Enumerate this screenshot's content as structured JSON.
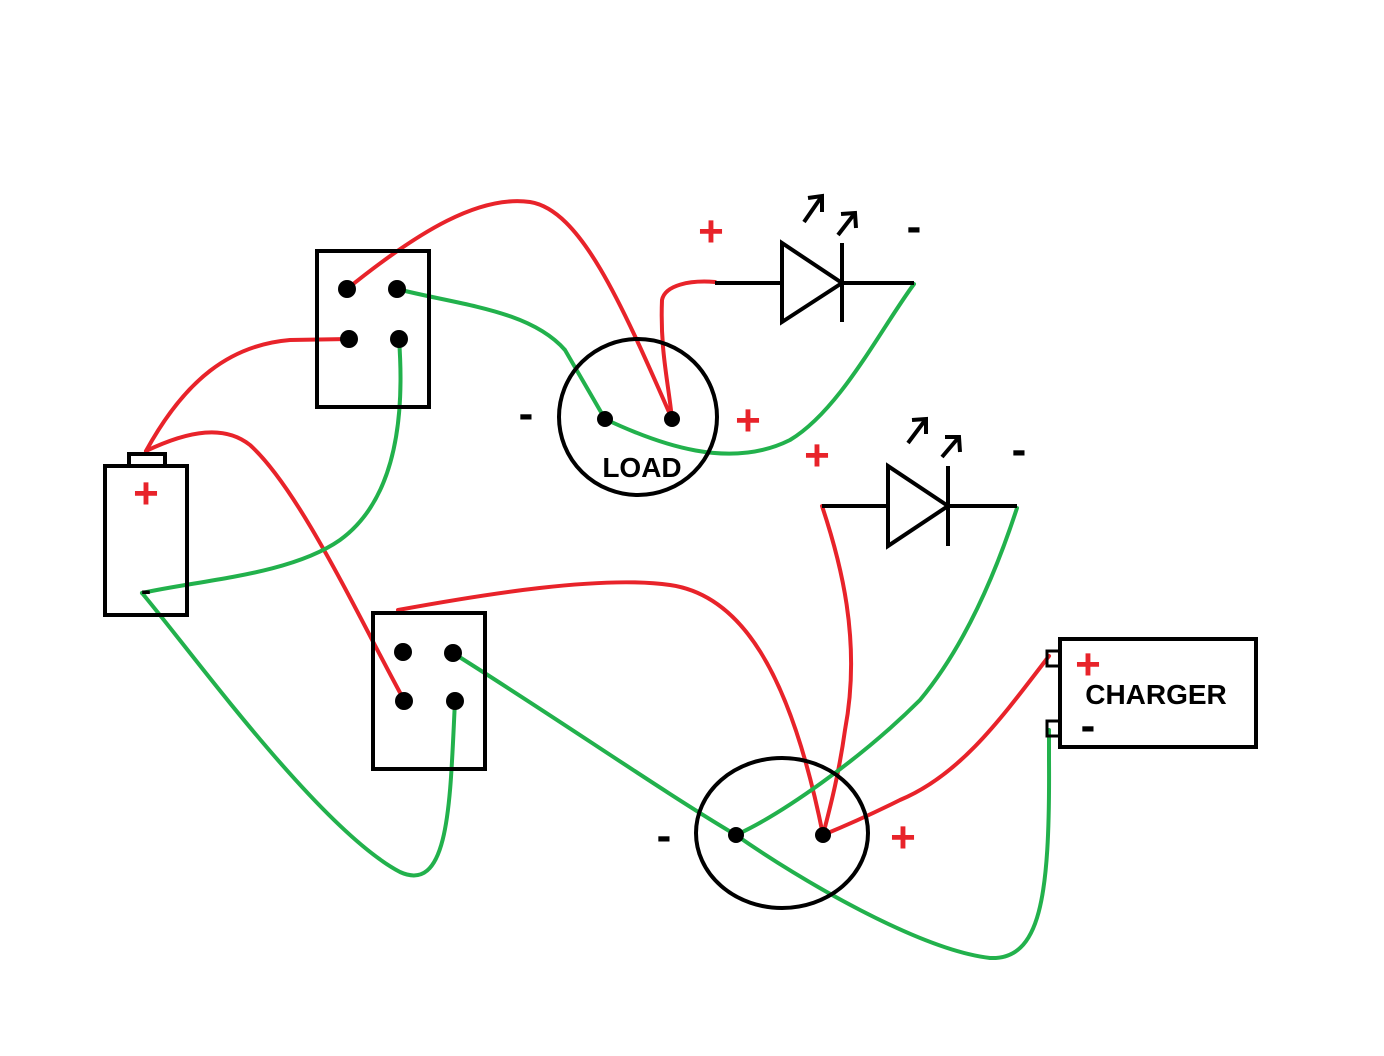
{
  "colors": {
    "positive_wire": "#e8232a",
    "negative_wire": "#22b14c",
    "outline": "#000000",
    "background": "#ffffff"
  },
  "components": {
    "battery": {
      "positive_sign": "+",
      "negative_sign": "-"
    },
    "switch_top": {
      "terminals": 4
    },
    "switch_bottom": {
      "terminals": 4
    },
    "load": {
      "label": "LOAD",
      "positive_sign": "+",
      "negative_sign": "-"
    },
    "led_top": {
      "positive_sign": "+",
      "negative_sign": "-"
    },
    "led_bottom": {
      "positive_sign": "+",
      "negative_sign": "-"
    },
    "charge_port": {
      "positive_sign": "+",
      "negative_sign": "-"
    },
    "charger": {
      "label": "CHARGER",
      "positive_sign": "+",
      "negative_sign": "-"
    }
  }
}
